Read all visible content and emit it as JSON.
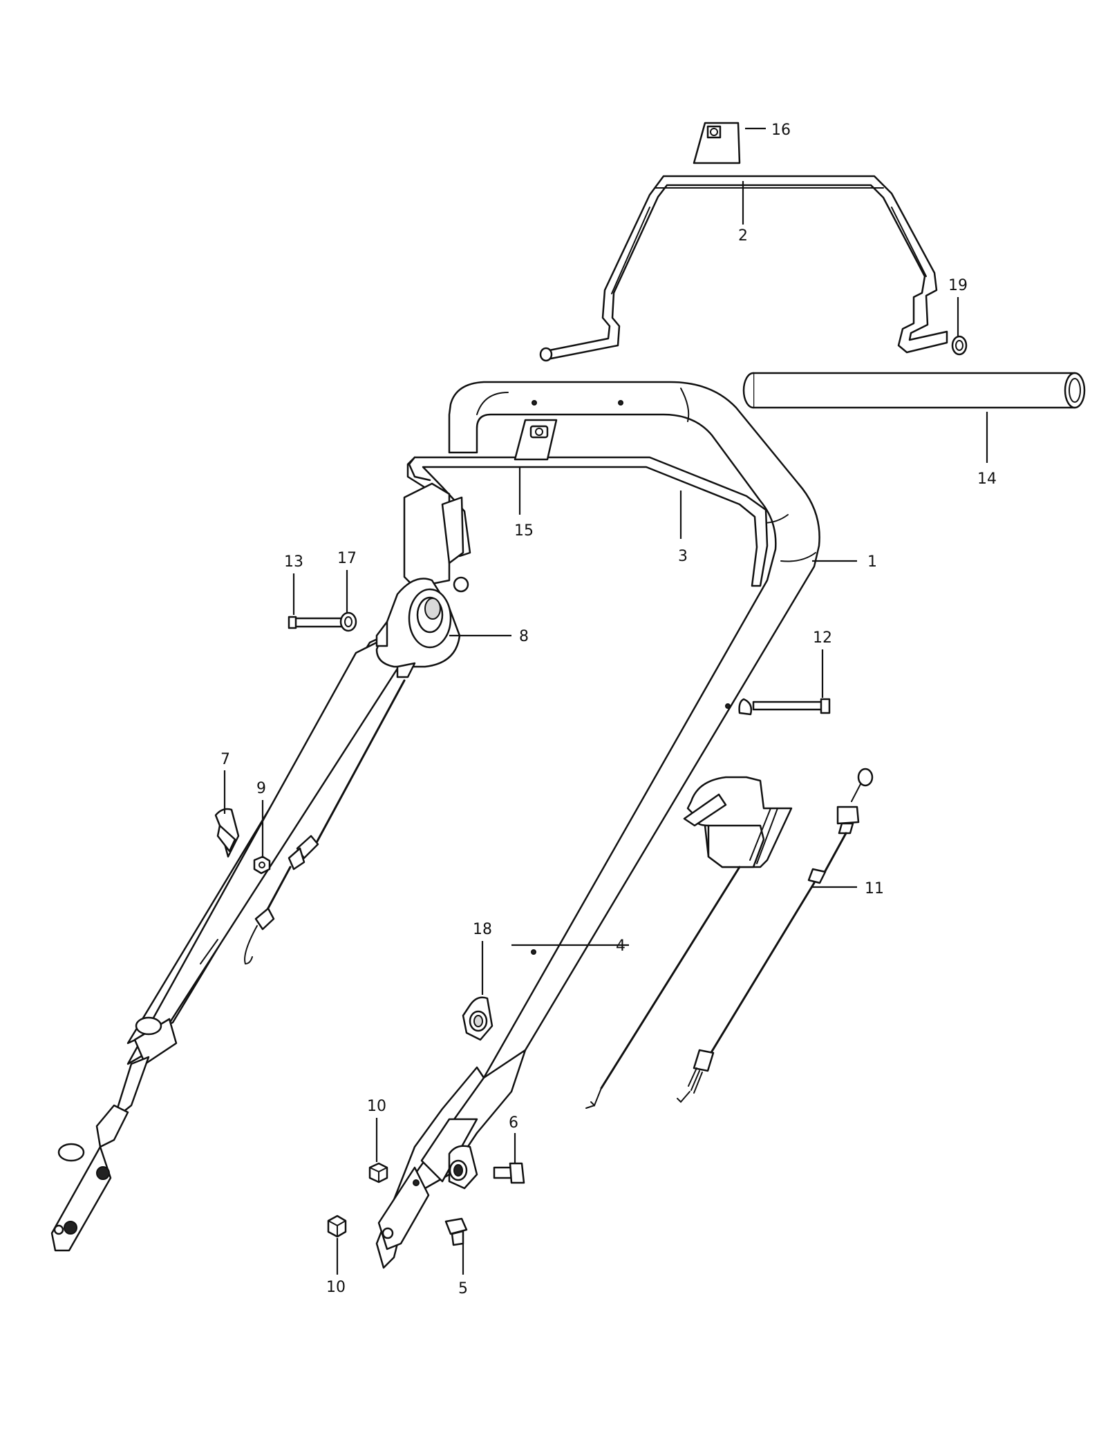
{
  "callouts": [
    {
      "id": "c1",
      "label": "1"
    },
    {
      "id": "c2",
      "label": "2"
    },
    {
      "id": "c3",
      "label": "3"
    },
    {
      "id": "c4",
      "label": "4"
    },
    {
      "id": "c5",
      "label": "5"
    },
    {
      "id": "c6",
      "label": "6"
    },
    {
      "id": "c7",
      "label": "7"
    },
    {
      "id": "c8",
      "label": "8"
    },
    {
      "id": "c9",
      "label": "9"
    },
    {
      "id": "c10a",
      "label": "10"
    },
    {
      "id": "c10b",
      "label": "10"
    },
    {
      "id": "c11",
      "label": "11"
    },
    {
      "id": "c12",
      "label": "12"
    },
    {
      "id": "c13",
      "label": "13"
    },
    {
      "id": "c14",
      "label": "14"
    },
    {
      "id": "c15",
      "label": "15"
    },
    {
      "id": "c16",
      "label": "16"
    },
    {
      "id": "c17",
      "label": "17"
    },
    {
      "id": "c18",
      "label": "18"
    },
    {
      "id": "c19",
      "label": "19"
    }
  ]
}
